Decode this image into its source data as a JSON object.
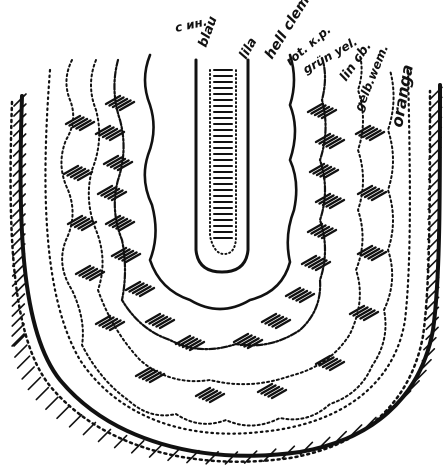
{
  "labels": {
    "l1": "с ин.",
    "l2": "blau",
    "l3": "lila",
    "l4": "hell clem.",
    "l5": "rot. к.р.",
    "l6": "grün yel.",
    "l7": "lin cb.",
    "l8": "gelb.wem.",
    "l9": "oranga"
  },
  "colors": {
    "ink": "#111111",
    "paper": "#ffffff"
  }
}
